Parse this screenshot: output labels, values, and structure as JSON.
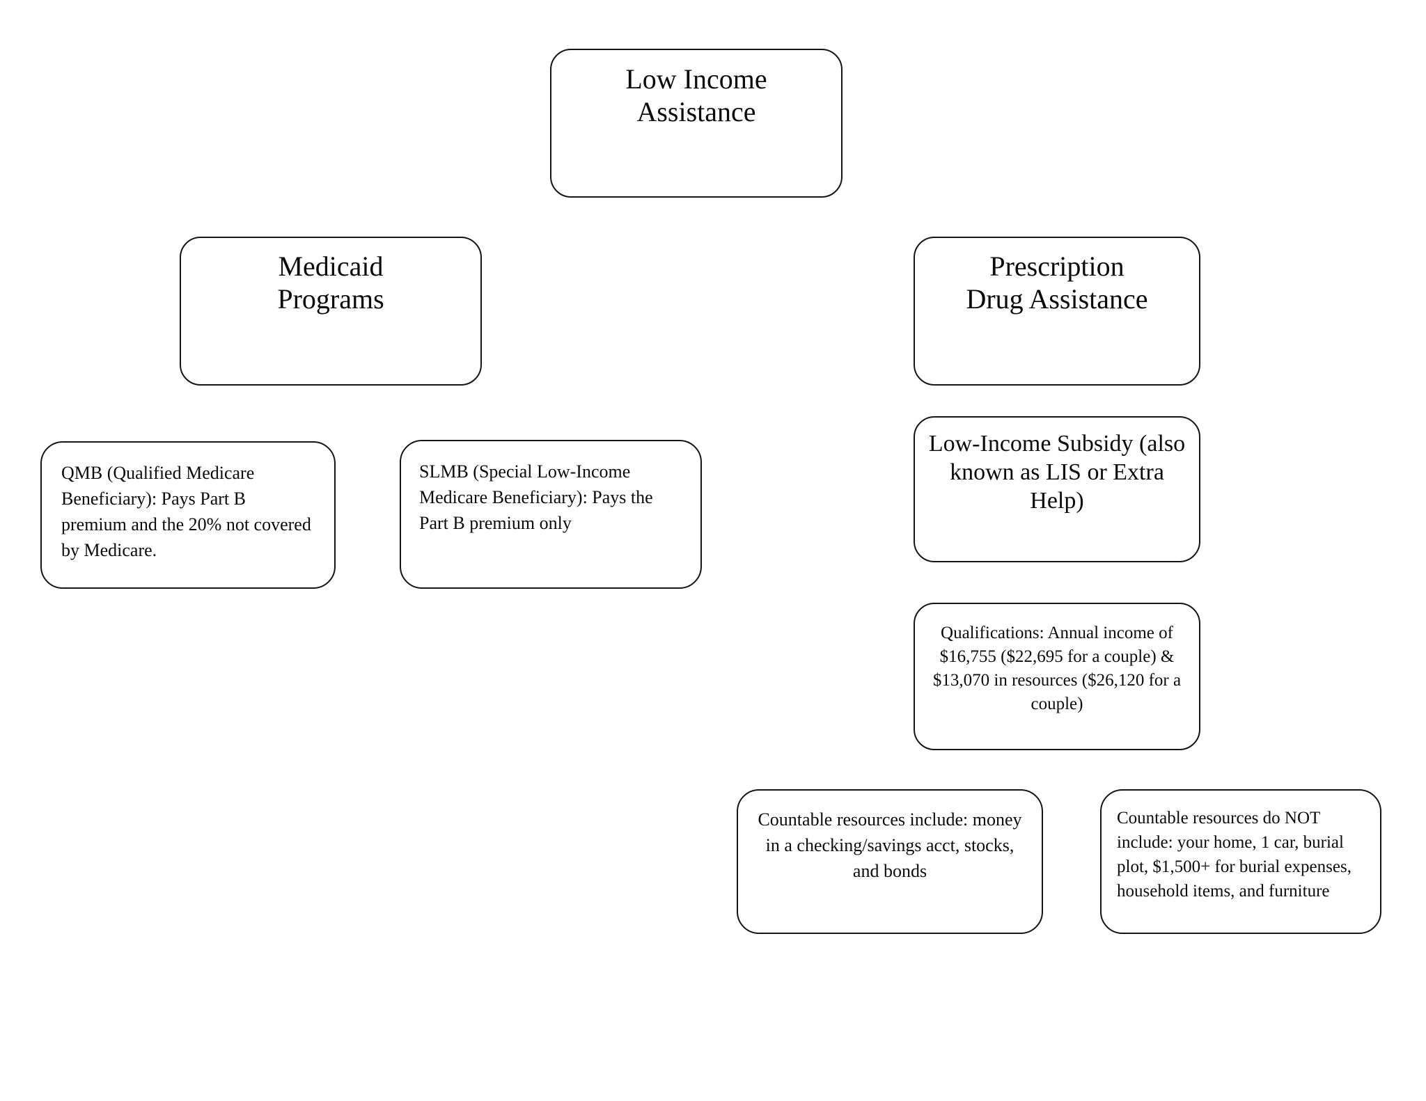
{
  "diagram": {
    "title": "Low Income Assistance",
    "background_color": "#ffffff",
    "node_border_color": "#141414",
    "node_fill_color": "#ffffff",
    "text_color": "#0b0b0b"
  },
  "nodes": {
    "root": {
      "label": "Low Income\nAssistance"
    },
    "medicaid": {
      "label": "Medicaid\nPrograms"
    },
    "prescription": {
      "label": "Prescription\nDrug Assistance"
    },
    "qmb": {
      "label": "QMB (Qualified Medicare Beneficiary): Pays Part B premium and the 20% not covered by Medicare."
    },
    "slmb": {
      "label": "SLMB (Special Low-Income Medicare Beneficiary): Pays the Part B premium only"
    },
    "lis": {
      "label": "Low-Income Subsidy (also known as LIS or Extra Help)"
    },
    "qualifications": {
      "label": "Qualifications: Annual income of $16,755 ($22,695 for a couple) & $13,070 in resources ($26,120 for a couple)"
    },
    "countable_resources_included": {
      "label": "Countable resources include: money in a checking/savings acct, stocks, and bonds"
    },
    "countable_resources_excluded": {
      "label": "Countable resources do NOT include: your home, 1 car, burial plot, $1,500+ for burial expenses, household items, and furniture"
    }
  }
}
